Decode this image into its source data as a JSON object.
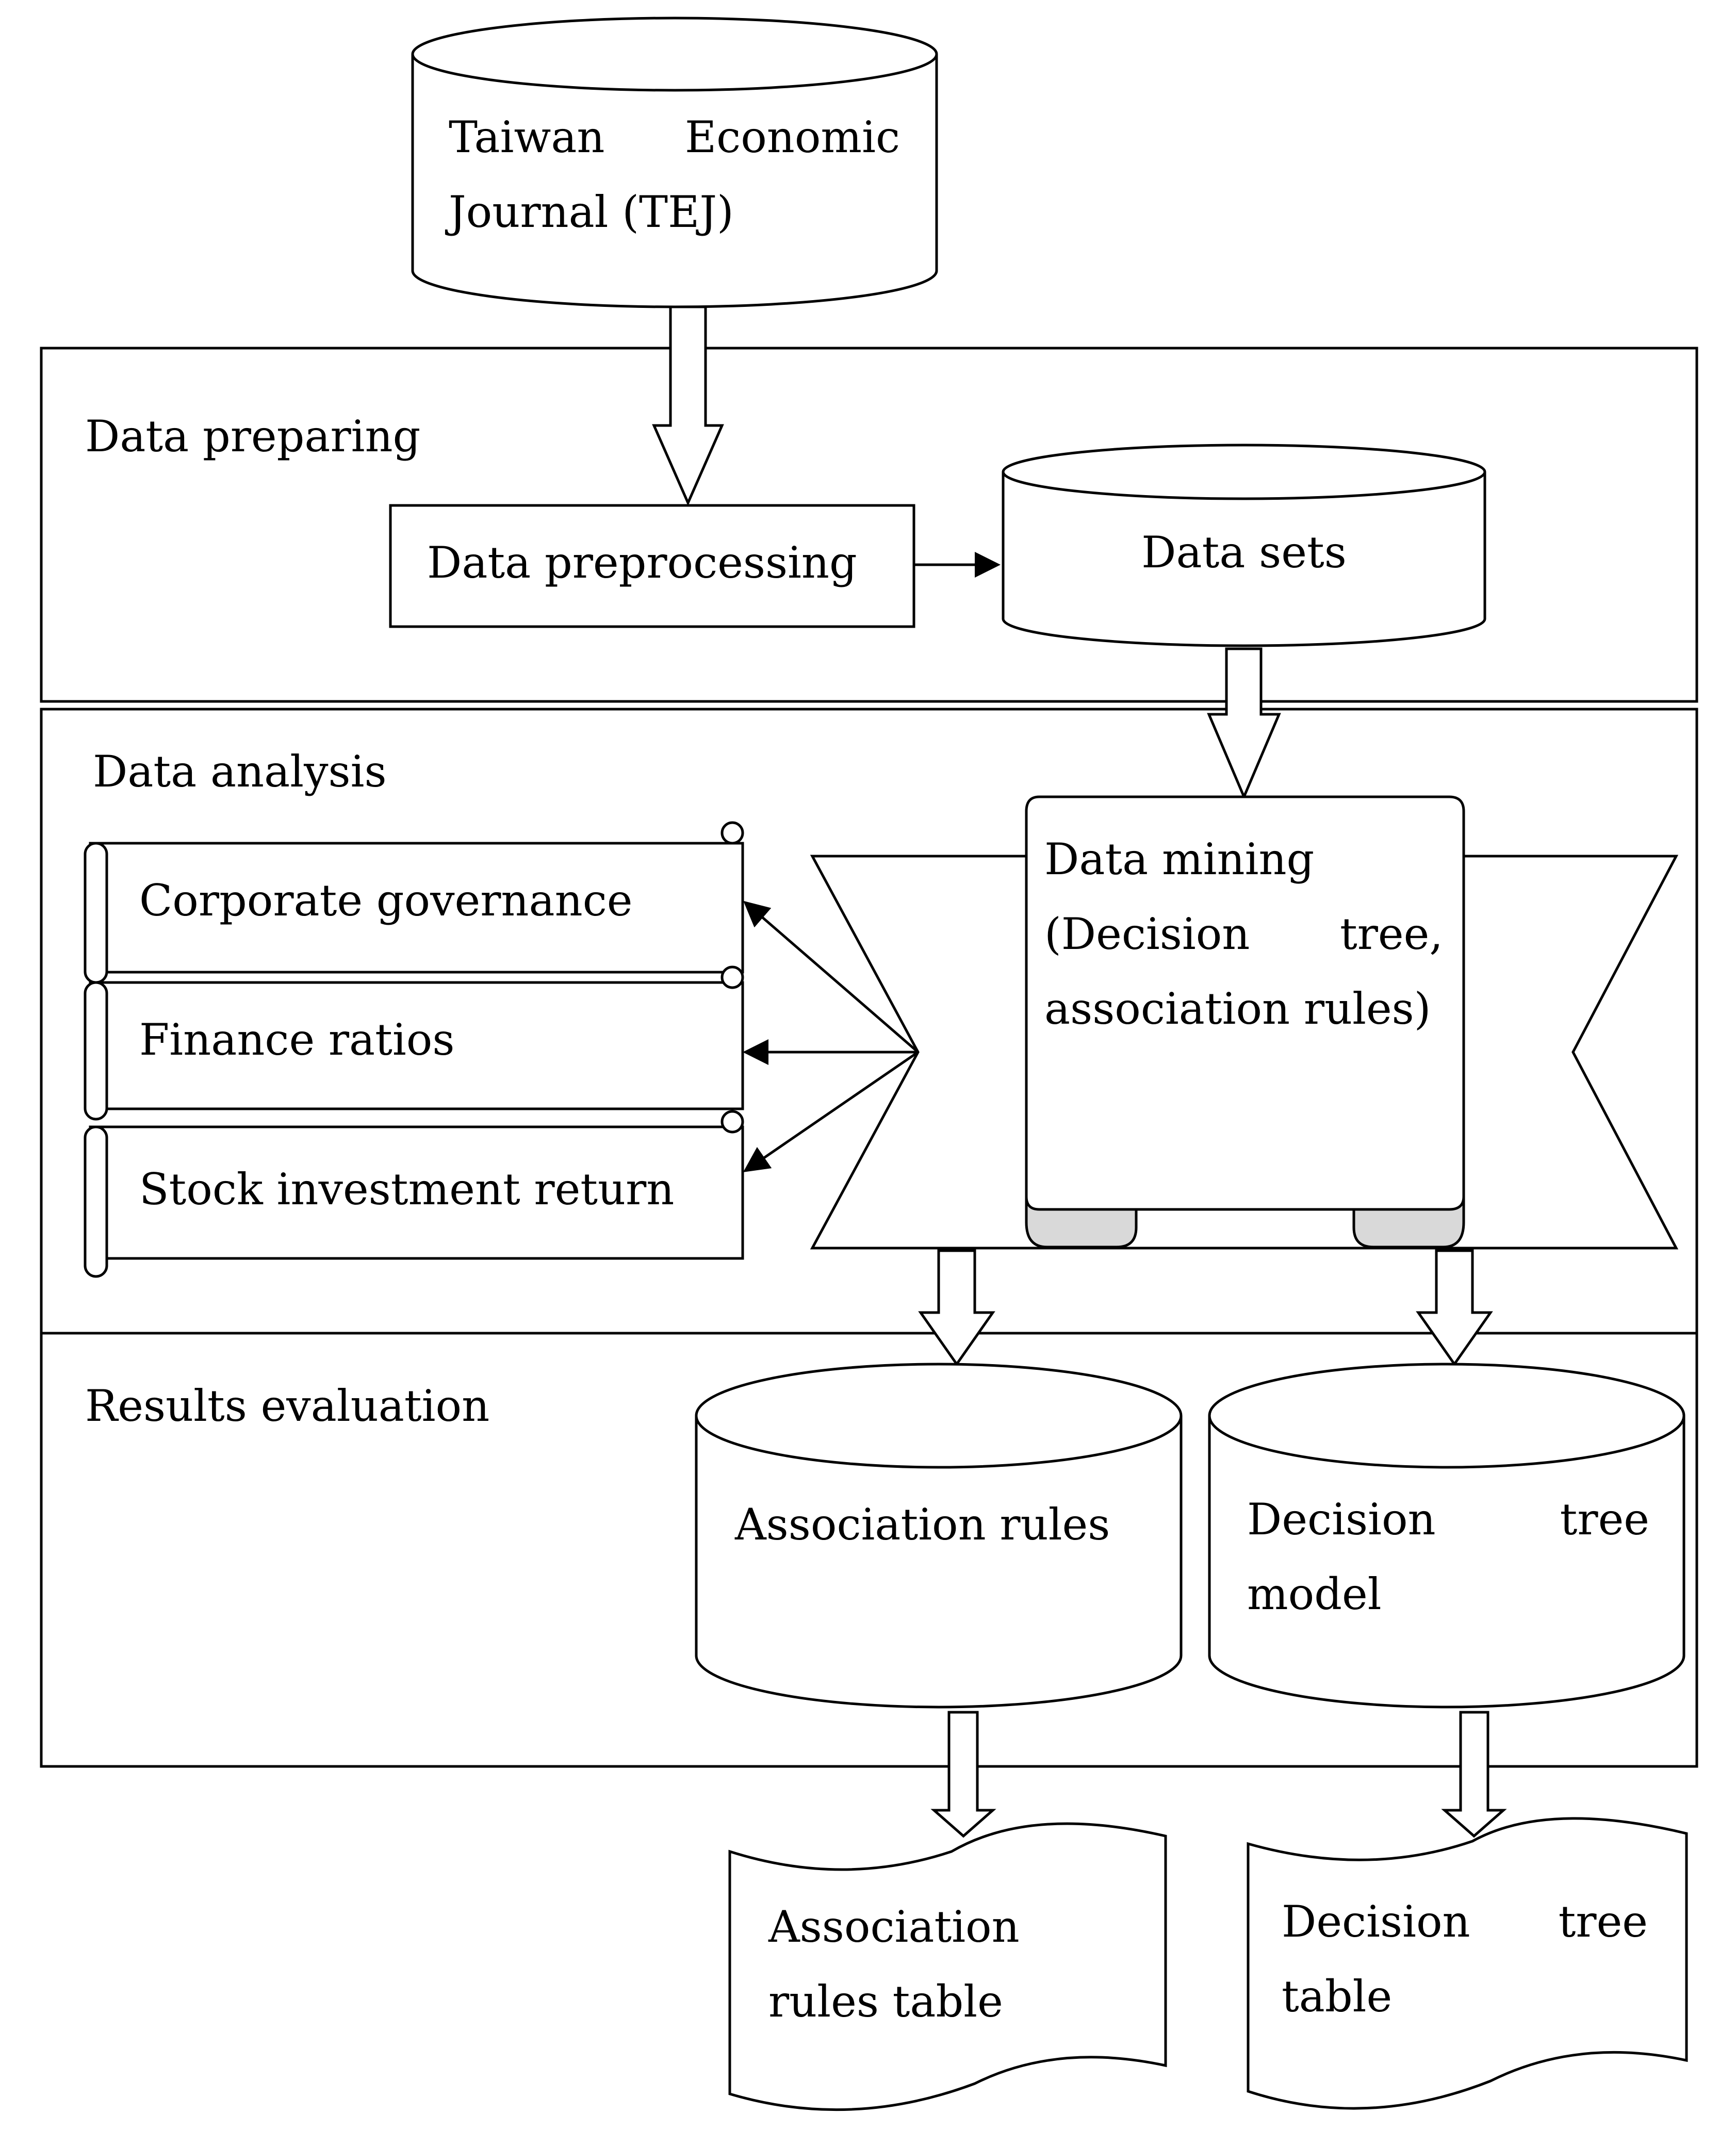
{
  "sections": {
    "preparing": "Data preparing",
    "analysis": "Data analysis",
    "evaluation": "Results evaluation"
  },
  "nodes": {
    "tej": [
      "Taiwan",
      "Economic",
      "Journal (TEJ)"
    ],
    "preprocessing": "Data preprocessing",
    "datasets": "Data sets",
    "mining": [
      "Data mining",
      "(Decision",
      "tree,",
      "association rules)"
    ],
    "corporate": "Corporate governance",
    "finance": "Finance ratios",
    "stock": "Stock investment return",
    "assoc_rules": "Association rules",
    "dt_model": [
      "Decision",
      "tree",
      "model"
    ],
    "assoc_table": [
      "Association",
      "rules table"
    ],
    "dt_table": [
      "Decision",
      "tree",
      "table"
    ]
  }
}
